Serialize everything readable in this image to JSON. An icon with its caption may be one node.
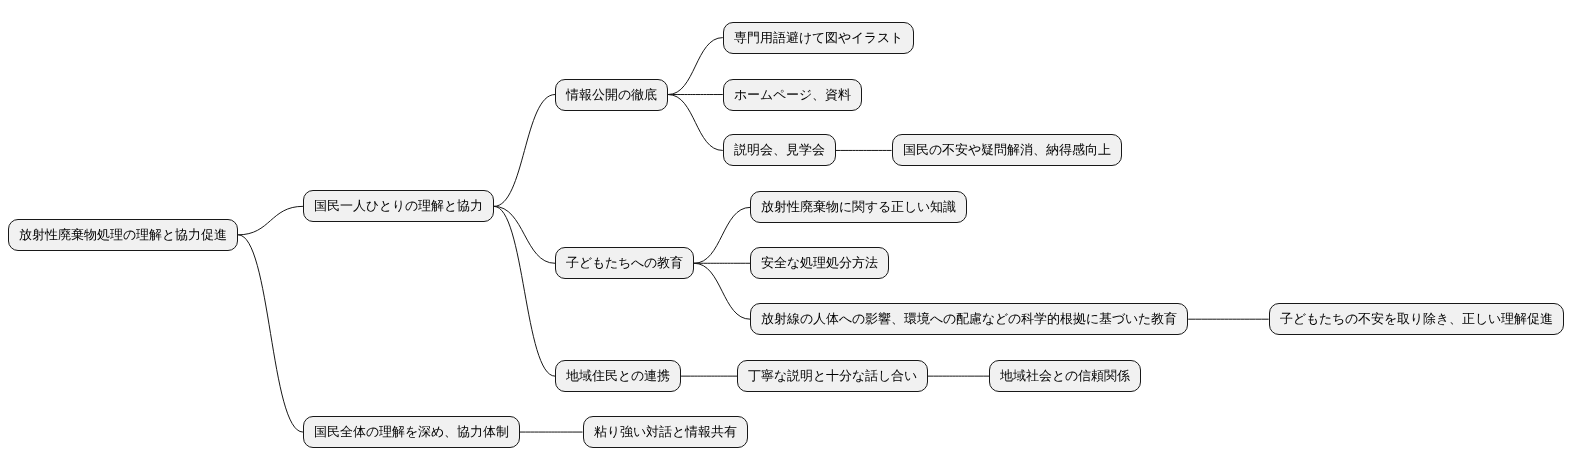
{
  "diagram": {
    "nodes": [
      {
        "text": [
          "放射性廃棄物処理の理解と協力促進"
        ]
      },
      {
        "text": [
          "国民一人ひとりの理解と協力"
        ]
      },
      {
        "text": [
          "情報公開の徹底"
        ]
      },
      {
        "text": [
          "専門用語避けて図やイラスト"
        ]
      },
      {
        "text": [
          "ホームページ、資料"
        ]
      },
      {
        "text": [
          "説明会、見学会"
        ]
      },
      {
        "text": [
          "国民の不安や疑問解消、納得感向上"
        ]
      },
      {
        "text": [
          "子どもたちへの教育"
        ]
      },
      {
        "text": [
          "放射性廃棄物に関する正しい知識"
        ]
      },
      {
        "text": [
          "安全な処理処分方法"
        ]
      },
      {
        "text": [
          "放射線の人体への影響、環境への配慮などの科学的根拠に基づいた教育"
        ]
      },
      {
        "text": [
          "子どもたちの不安を取り除き、正しい理解促進"
        ]
      },
      {
        "text": [
          "地域住民との連携"
        ]
      },
      {
        "text": [
          "丁寧な説明と十分な話し合い"
        ]
      },
      {
        "text": [
          "地域社会との信頼関係"
        ]
      },
      {
        "text": [
          "国民全体の理解を深め、協力体制"
        ]
      },
      {
        "text": [
          "粘り強い対話と情報共有"
        ]
      }
    ],
    "edges": [
      {
        "from": 0,
        "to": 1,
        "arrow": "none"
      },
      {
        "from": 1,
        "to": 2,
        "arrow": "none"
      },
      {
        "from": 2,
        "to": 3,
        "arrow": "none"
      },
      {
        "from": 2,
        "to": 4,
        "arrow": "none"
      },
      {
        "from": 2,
        "to": 5,
        "arrow": "none"
      },
      {
        "from": 5,
        "to": 6,
        "arrow": "none"
      },
      {
        "from": 1,
        "to": 7,
        "arrow": "none"
      },
      {
        "from": 7,
        "to": 8,
        "arrow": "none"
      },
      {
        "from": 7,
        "to": 9,
        "arrow": "none"
      },
      {
        "from": 7,
        "to": 10,
        "arrow": "none"
      },
      {
        "from": 10,
        "to": 11,
        "arrow": "none"
      },
      {
        "from": 1,
        "to": 12,
        "arrow": "none"
      },
      {
        "from": 12,
        "to": 13,
        "arrow": "none"
      },
      {
        "from": 13,
        "to": 14,
        "arrow": "none"
      },
      {
        "from": 0,
        "to": 15,
        "arrow": "none"
      },
      {
        "from": 15,
        "to": 16,
        "arrow": "none"
      }
    ]
  }
}
